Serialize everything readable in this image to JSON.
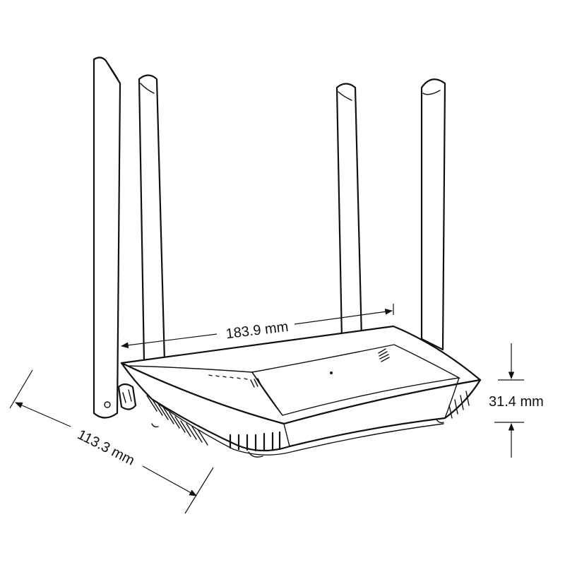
{
  "dimensions": {
    "width": "183.9 mm",
    "depth": "113.3 mm",
    "height": "31.4 mm"
  }
}
